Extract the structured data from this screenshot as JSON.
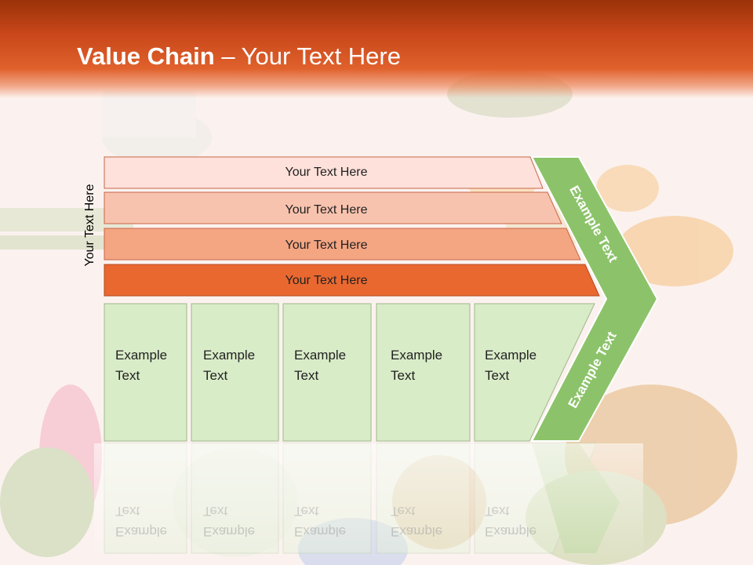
{
  "slide": {
    "title_bold": "Value Chain",
    "title_rest": " – Your Text Here",
    "side_label": "Your Text Here",
    "bars": [
      {
        "label": "Your Text Here",
        "color": "#fde1da"
      },
      {
        "label": "Your Text Here",
        "color": "#f8c3ae"
      },
      {
        "label": "Your Text Here",
        "color": "#f4a582"
      },
      {
        "label": "Your Text Here",
        "color": "#e9682f"
      }
    ],
    "boxes": [
      {
        "line1": "Example",
        "line2": "Text"
      },
      {
        "line1": "Example",
        "line2": "Text"
      },
      {
        "line1": "Example",
        "line2": "Text"
      },
      {
        "line1": "Example",
        "line2": "Text"
      },
      {
        "line1": "Example",
        "line2": "Text"
      }
    ],
    "chevron_top_label": "Example Text",
    "chevron_bottom_label": "Example Text",
    "colors": {
      "header": "#c9471a",
      "box_fill": "#d9ecc8",
      "chevron": "#8cc36a"
    }
  }
}
